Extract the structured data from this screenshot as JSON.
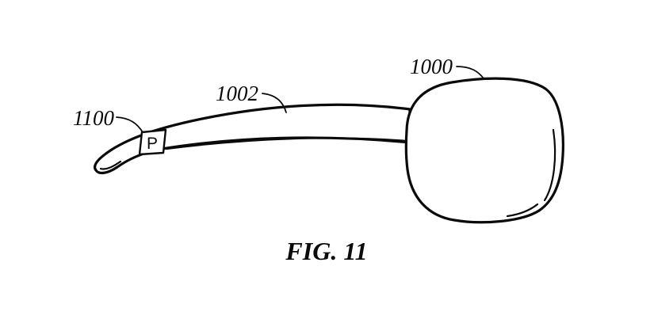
{
  "figure": {
    "caption": "FIG. 11",
    "label_lens": "1000",
    "label_temple": "1002",
    "label_tip": "1100",
    "module_letter": "P"
  },
  "colors": {
    "ink": "#0a0a0a",
    "background": "#ffffff"
  }
}
